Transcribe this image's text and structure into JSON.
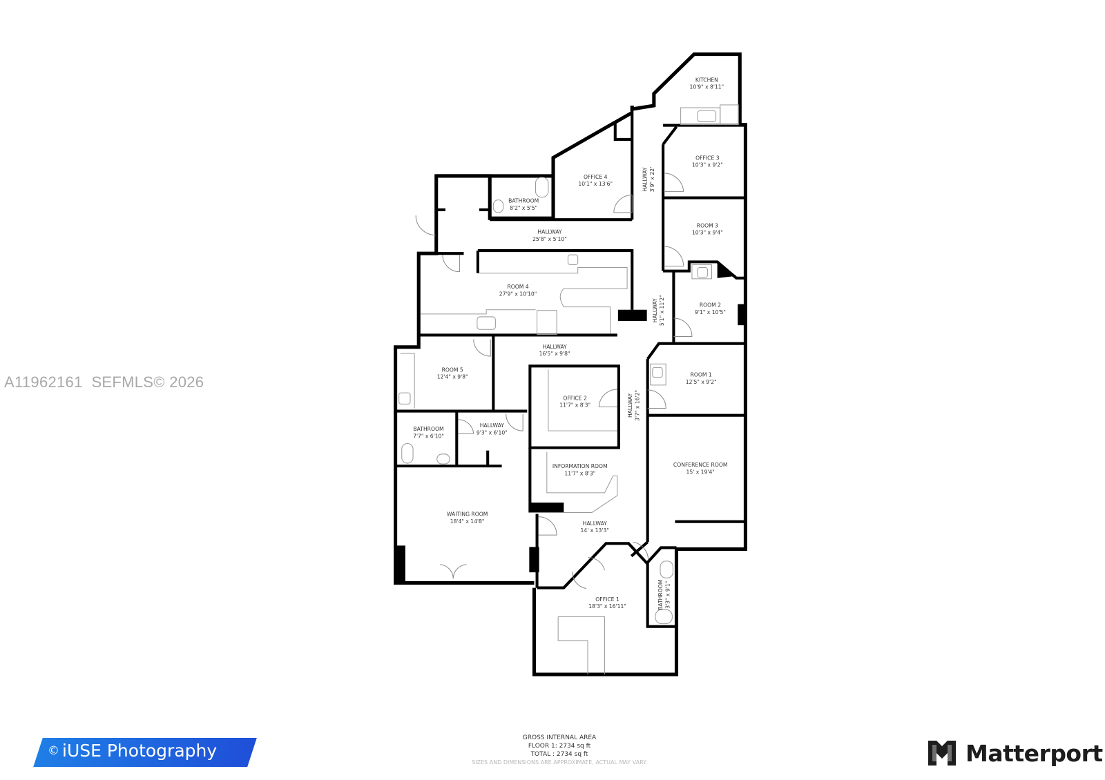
{
  "watermark": "A11962161  SEFMLS© 2026",
  "rooms": [
    {
      "name": "KITCHEN",
      "dims": "10'9\" x 8'11\""
    },
    {
      "name": "OFFICE 4",
      "dims": "10'1\" x 13'6\""
    },
    {
      "name": "BATHROOM",
      "dims": "8'2\" x 5'5\""
    },
    {
      "name": "HALLWAY",
      "dims": "3'9\" x 22'"
    },
    {
      "name": "OFFICE 3",
      "dims": "10'3\" x 9'2\""
    },
    {
      "name": "HALLWAY",
      "dims": "25'8\" x 5'10\""
    },
    {
      "name": "ROOM 3",
      "dims": "10'3\" x 9'4\""
    },
    {
      "name": "ROOM 4",
      "dims": "27'9\" x 10'10\""
    },
    {
      "name": "HALLWAY",
      "dims": "5'1\" x 11'2\""
    },
    {
      "name": "ROOM 2",
      "dims": "9'1\" x 10'5\""
    },
    {
      "name": "HALLWAY",
      "dims": "16'5\" x 9'8\""
    },
    {
      "name": "ROOM 5",
      "dims": "12'4\" x 9'8\""
    },
    {
      "name": "OFFICE 2",
      "dims": "11'7\" x 8'3\""
    },
    {
      "name": "HALLWAY",
      "dims": "3'7\" x 16'2\""
    },
    {
      "name": "ROOM 1",
      "dims": "12'5\" x 9'2\""
    },
    {
      "name": "BATHROOM",
      "dims": "7'7\" x 6'10\""
    },
    {
      "name": "HALLWAY",
      "dims": "9'3\" x 6'10\""
    },
    {
      "name": "INFORMATION ROOM",
      "dims": "11'7\" x 8'3\""
    },
    {
      "name": "CONFERENCE ROOM",
      "dims": "15' x 19'4\""
    },
    {
      "name": "WAITING ROOM",
      "dims": "18'4\" x 14'8\""
    },
    {
      "name": "HALLWAY",
      "dims": "14' x 13'3\""
    },
    {
      "name": "OFFICE 1",
      "dims": "18'3\" x 16'11\""
    },
    {
      "name": "BATHROOM",
      "dims": "3'3\" x 9'1\""
    }
  ],
  "area": {
    "title": "GROSS INTERNAL AREA",
    "floor": "FLOOR 1: 2734 sq ft",
    "total": "TOTAL : 2734 sq ft",
    "note": "SIZES AND DIMENSIONS ARE APPROXIMATE, ACTUAL MAY VARY."
  },
  "logos": {
    "photographer": {
      "copy": "©",
      "name": "iUSE Photography",
      "color_start": "#1f7ee6",
      "color_end": "#1f4fd8"
    },
    "matterport": {
      "name": "Matterport",
      "icon": "matterport-logo-icon"
    }
  }
}
